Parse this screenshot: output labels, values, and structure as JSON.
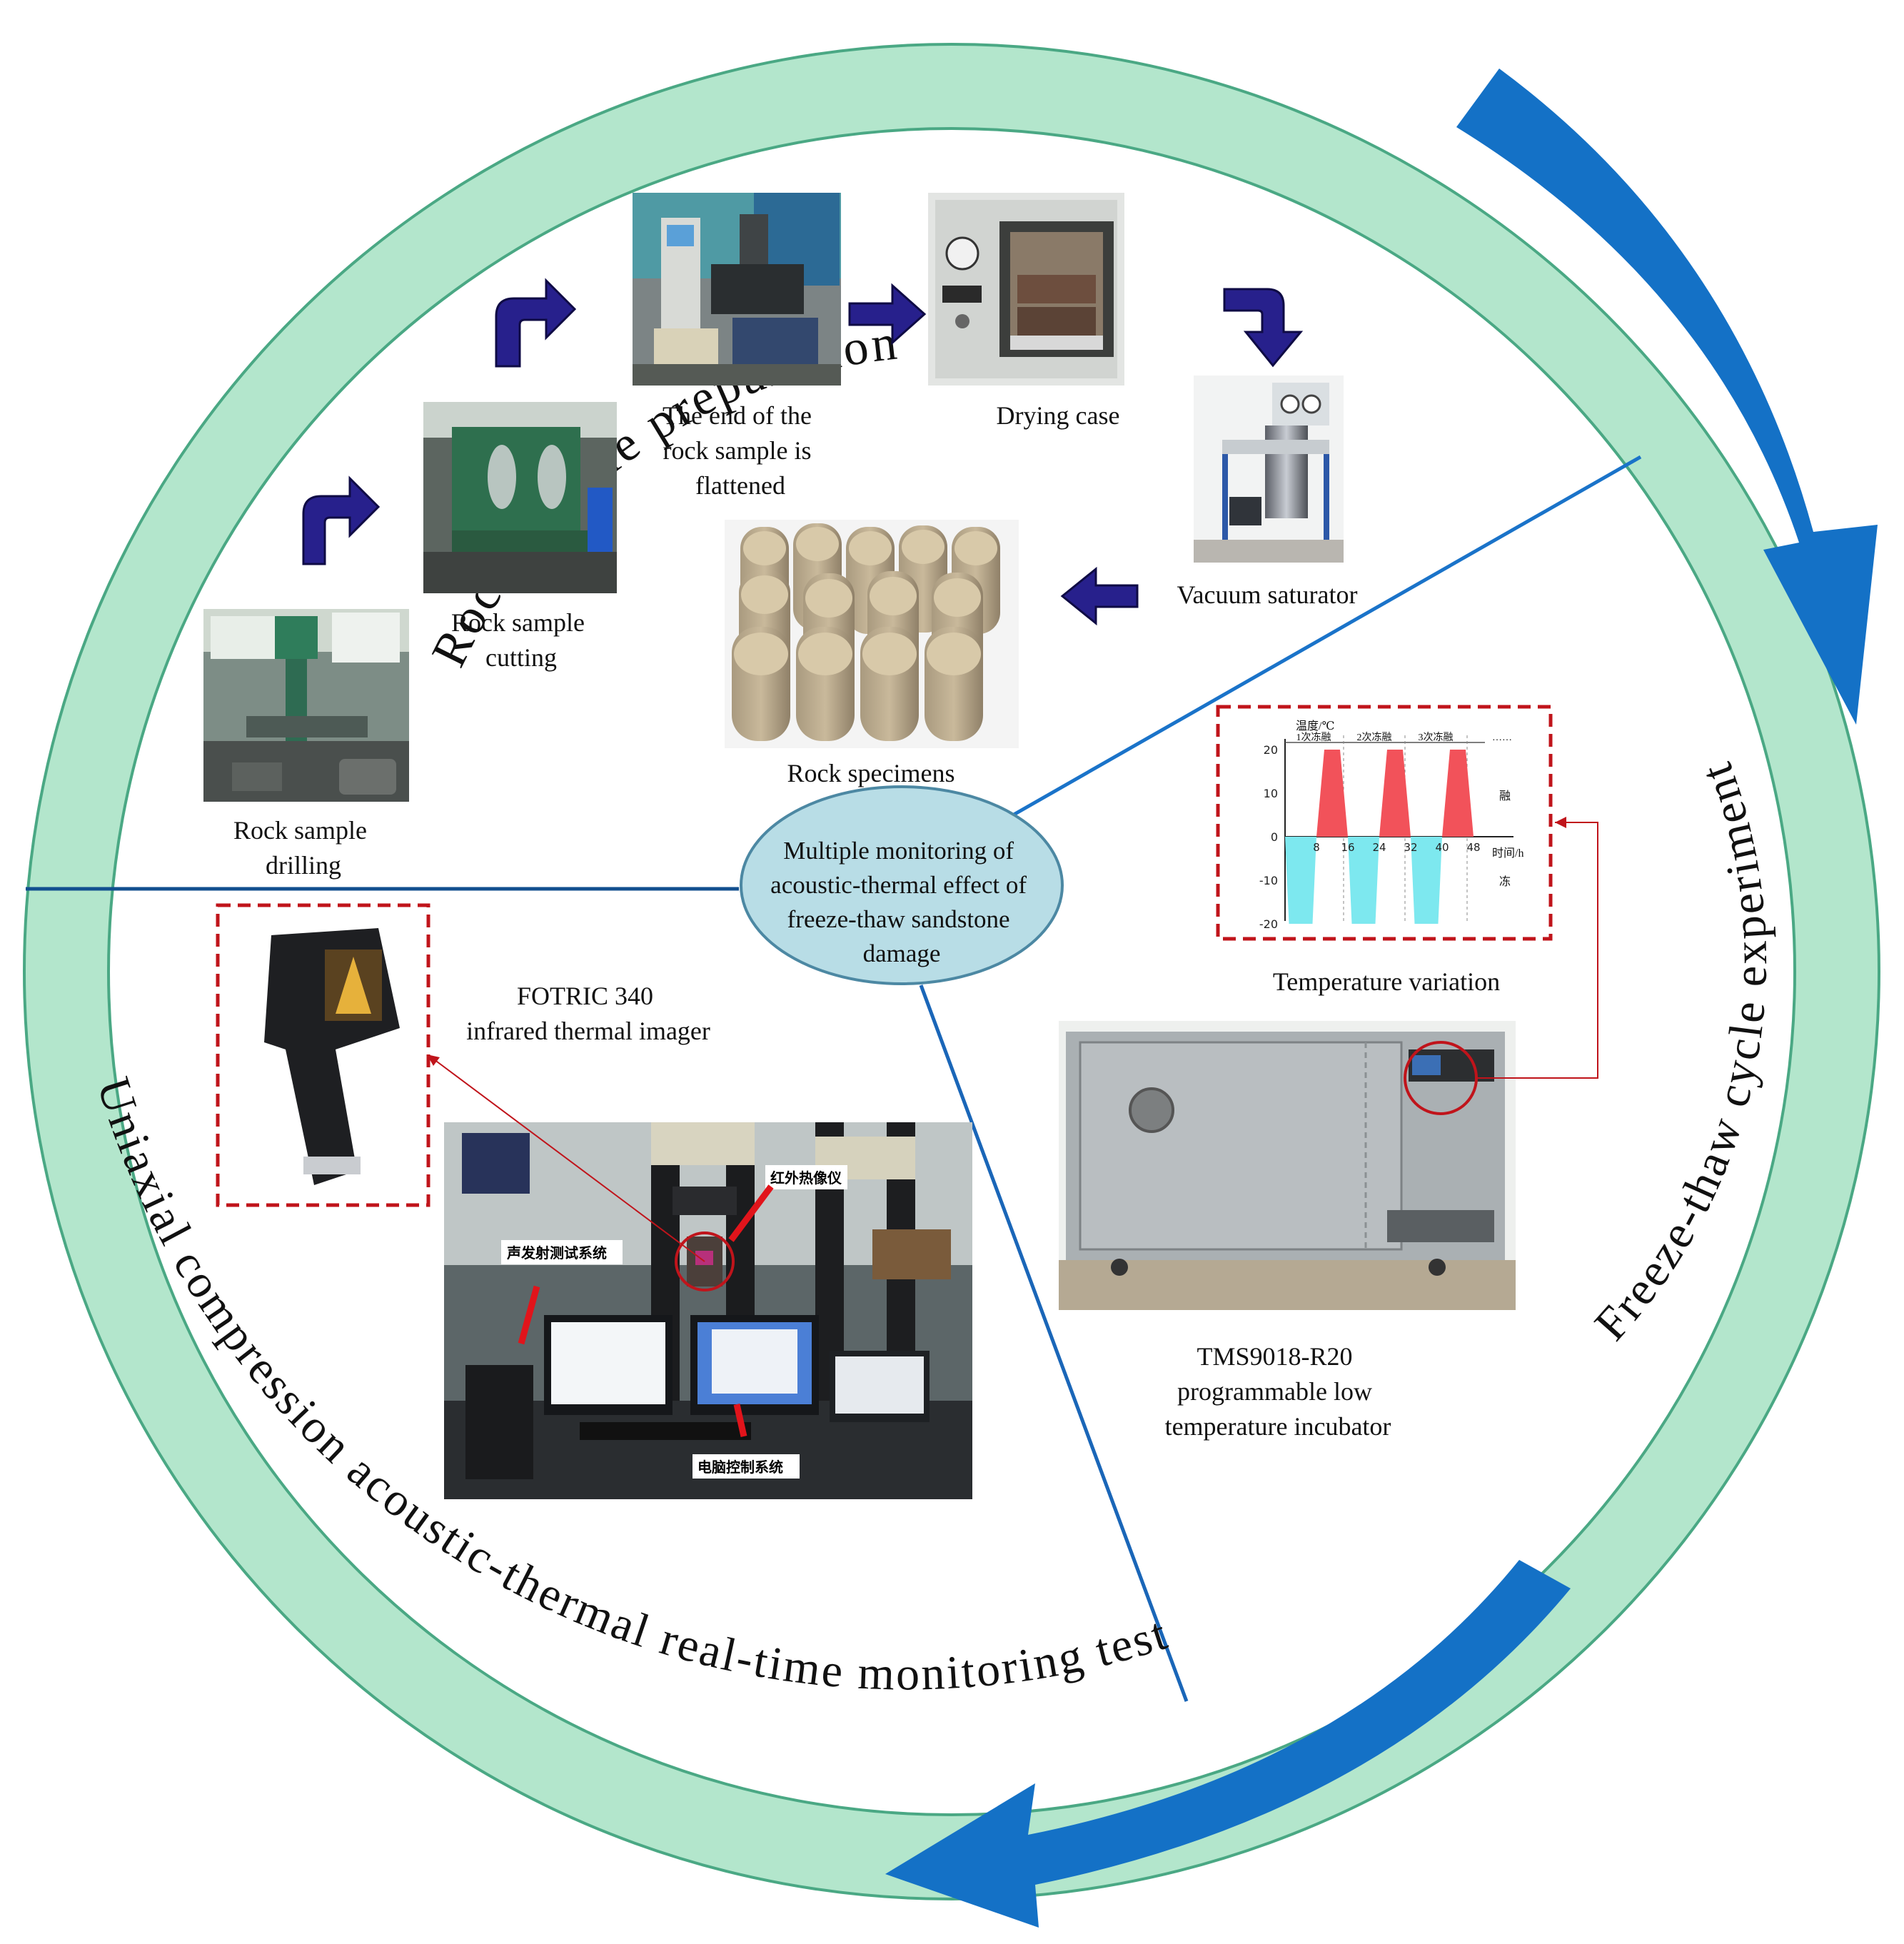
{
  "ring": {
    "top_label": "Rock sample preparation",
    "right_label": "Freeze-thaw cycle experiment",
    "bottom_label": "Uniaxial compression acoustic-thermal real-time monitoring test"
  },
  "center": {
    "lines": [
      "Multiple monitoring of",
      "acoustic-thermal effect of",
      "freeze-thaw sandstone",
      "damage"
    ]
  },
  "preparation": {
    "drilling": [
      "Rock sample",
      "drilling"
    ],
    "cutting": [
      "Rock sample",
      "cutting"
    ],
    "flatten": [
      "The end of the",
      "rock sample is",
      "flattened"
    ],
    "drying": [
      "Drying case"
    ],
    "vacuum": [
      "Vacuum saturator"
    ],
    "specimens": [
      "Rock specimens"
    ]
  },
  "freeze_thaw": {
    "temp_variation": [
      "Temperature variation"
    ],
    "incubator": [
      "TMS9018-R20",
      "programmable low",
      "temperature incubator"
    ],
    "temp_chart": {
      "ylabel": "温度/℃",
      "xlabel": "时间/h",
      "cycle_labels": [
        "1次冻融",
        "2次冻融",
        "3次冻融"
      ],
      "more_mark": "……",
      "legend": [
        "融",
        "冻"
      ],
      "yticks": [
        20,
        10,
        0,
        -10,
        -20
      ],
      "xticks": [
        8,
        16,
        24,
        32,
        40,
        48
      ]
    }
  },
  "monitoring": {
    "imager": [
      "FOTRIC 340",
      "infrared thermal imager"
    ],
    "photo_tags": {
      "ir": "红外热像仪",
      "ae": "声发射测试系统",
      "pc": "电脑控制系统"
    }
  },
  "colors": {
    "ring_fill": "#b3e6cc",
    "flow_arrow": "#1471c6",
    "step_arrow": "#27208c",
    "divider": "#124f8f",
    "center_fill": "#b8dde6",
    "highlight": "#c0141b",
    "thaw": "#f2525a",
    "freeze": "#7de8ef"
  }
}
